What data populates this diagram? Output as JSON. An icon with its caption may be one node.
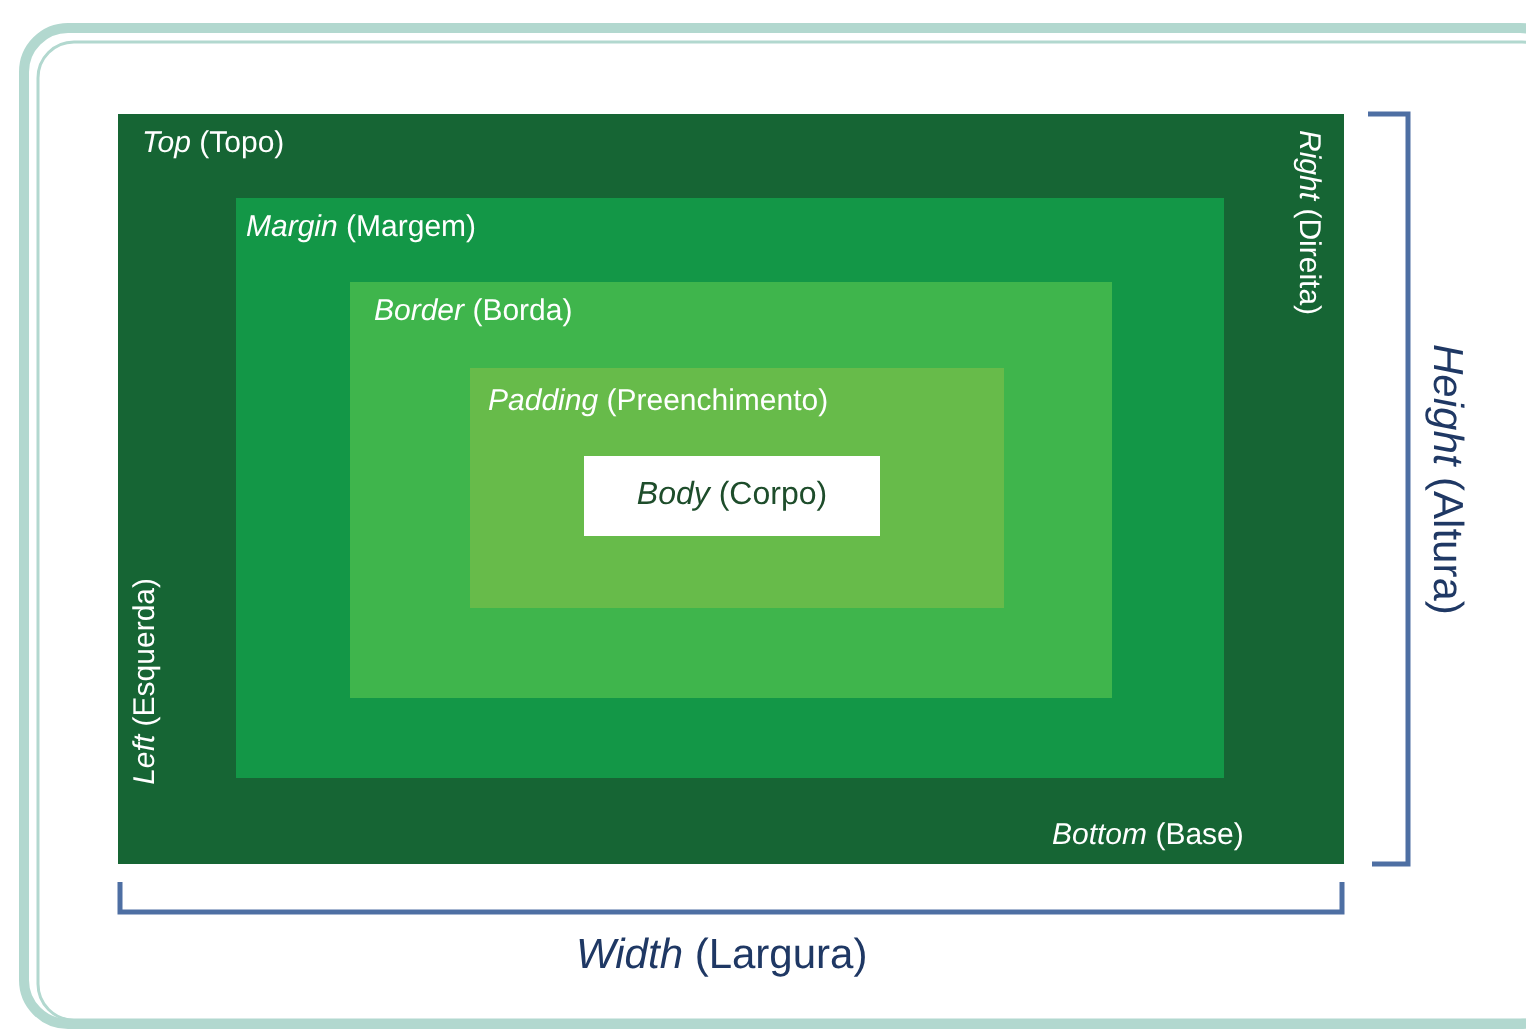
{
  "diagram": {
    "nodes": [
      {
        "text": [
          "*Top* (Topo)",
          "*Right* (Direita)",
          "*Bottom* (Base)",
          "*Left* (Esquerda)"
        ]
      },
      {
        "text": [
          "*Margin* (Margem)"
        ],
        "in": 0
      },
      {
        "text": [
          "*Border* (Borda)"
        ],
        "in": 1
      },
      {
        "text": [
          "*Padding* (Preenchimento)"
        ],
        "in": 2
      },
      {
        "text": [
          "*Body* (Corpo)"
        ],
        "in": 3
      }
    ],
    "labels": [
      "*Height* (Altura)",
      "*Width* (Largura)"
    ]
  }
}
